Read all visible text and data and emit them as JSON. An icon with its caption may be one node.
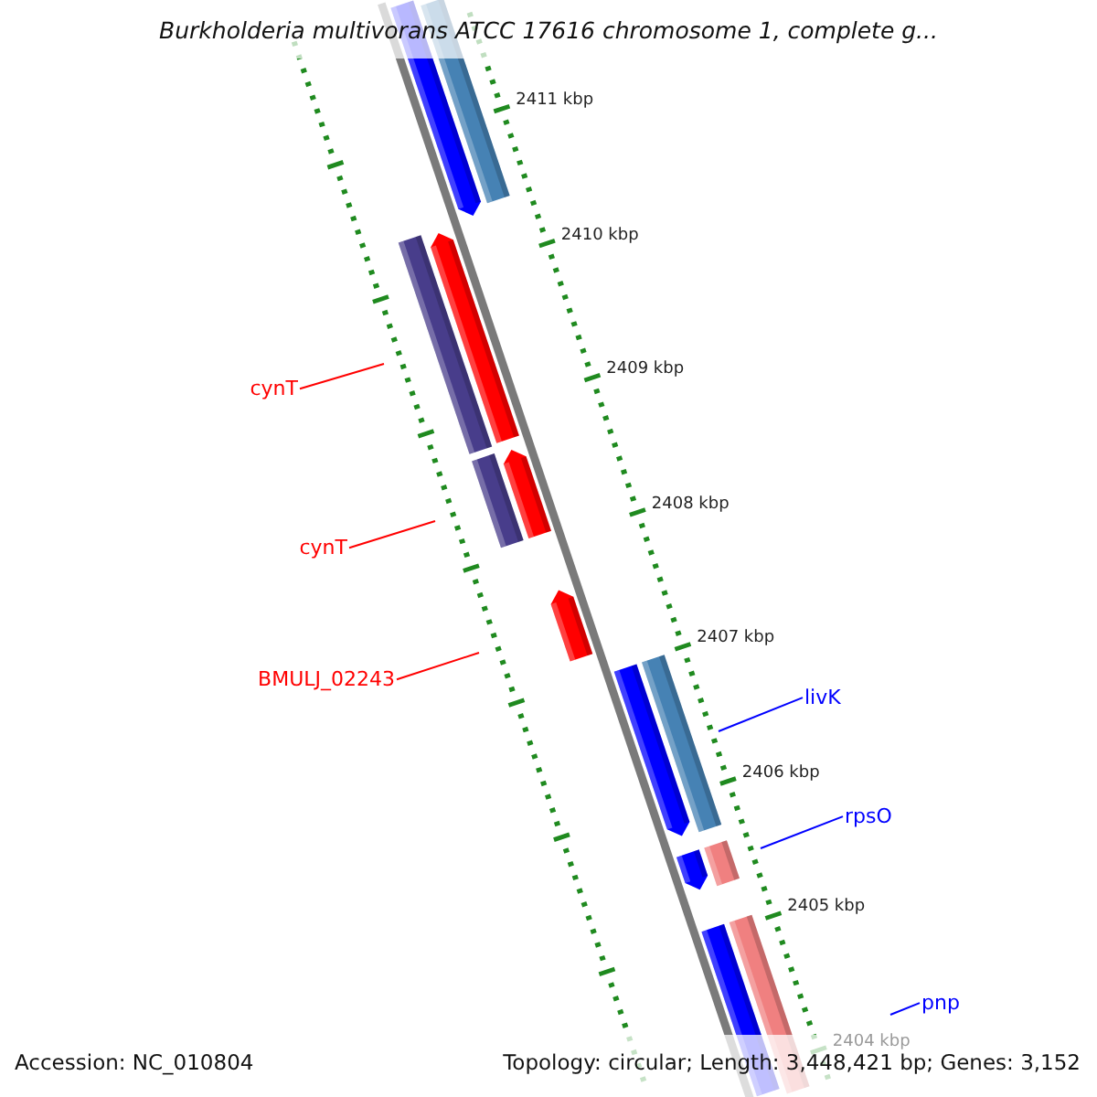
{
  "diagram": {
    "title": "Burkholderia multivorans ATCC 17616 chromosome 1, complete g...",
    "nodes": [
      {
        "text": [
          "cynT"
        ]
      },
      {
        "text": [
          "cynT"
        ]
      },
      {
        "text": [
          "BMULJ_02243"
        ]
      },
      {
        "text": [
          "livK"
        ]
      },
      {
        "text": [
          "rpsO"
        ]
      },
      {
        "text": [
          "pnp"
        ]
      }
    ],
    "edges": [
      {
        "from": 0,
        "to": null,
        "arrow": "none",
        "color": "#ff0000"
      },
      {
        "from": 1,
        "to": null,
        "arrow": "none",
        "color": "#ff0000"
      },
      {
        "from": 2,
        "to": null,
        "arrow": "none",
        "color": "#ff0000"
      },
      {
        "from": 3,
        "to": null,
        "arrow": "none",
        "color": "#0000ff"
      },
      {
        "from": 4,
        "to": null,
        "arrow": "none",
        "color": "#0000ff"
      },
      {
        "from": 5,
        "to": null,
        "arrow": "none",
        "color": "#0000ff"
      }
    ],
    "labels": [
      "2411 kbp",
      "2410 kbp",
      "2409 kbp",
      "2408 kbp",
      "2407 kbp",
      "2406 kbp",
      "2405 kbp",
      "2404 kbp",
      "Accession: NC_010804",
      "Topology: circular; Length: 3,448,421 bp; Genes: 3,152"
    ]
  }
}
